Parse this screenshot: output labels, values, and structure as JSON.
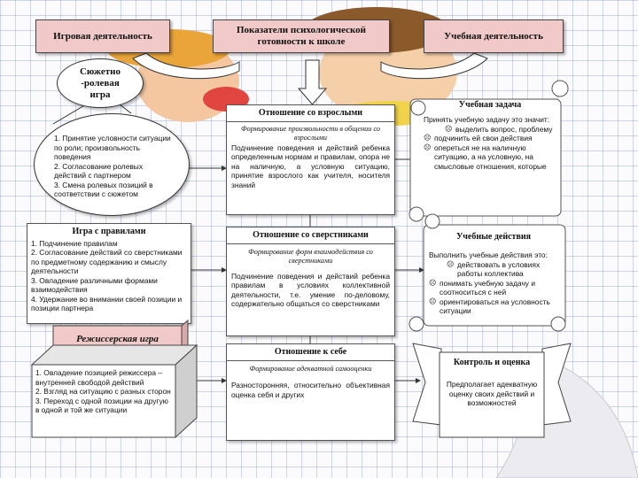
{
  "top_boxes": {
    "left": "Игровая деятельность",
    "center": "Показатели психологической готовности к школе",
    "right": "Учебная деятельность"
  },
  "role_play": {
    "title": "Сюжетно -ролевая игра",
    "items": [
      "1. Принятие условности ситуации по роли; произвольность поведения",
      "2. Согласование ролевых действий с партнером",
      "3. Смена ролевых позиций в соответствии с сюжетом"
    ]
  },
  "rules_game": {
    "title": "Игра с правилами",
    "items": [
      "1. Подчинение правилам",
      "2. Согласование действий со сверстниками по предметному содержанию и смыслу деятельности",
      "3. Овладение различными формами взаимодействия",
      "4. Удержание во внимании своей позиции и позиции партнера"
    ]
  },
  "director_game": {
    "title": "Режиссерская игра",
    "items": [
      "1. Овладение позицией режиссера – внутренней свободой действий",
      "2. Взгляд на ситуацию с разных сторон",
      "3. Переход с одной позиции на другую в одной и той же ситуации"
    ]
  },
  "adults": {
    "title": "Отношение со взрослыми",
    "subtitle": "Формирование произвольности в общении со взрослыми",
    "text": "Подчинение поведения и действий ребенка определенным нормам и правилам, опора не на наличную, а условную ситуацию, принятие взрослого как учителя, носителя знаний"
  },
  "peers": {
    "title": "Отношение со сверстниками",
    "subtitle": "Формирование форм взаимодействия со сверстниками",
    "text": "Подчинение поведения и действий ребенка правилам в условиях коллективной деятельности, т.е. умение по-деловому, содержательно общаться со сверстниками"
  },
  "self": {
    "title": "Отношение к себе",
    "subtitle": "Формирование адекватной самооценки",
    "text": "Разносторонняя, относительно объективная оценка себя и других"
  },
  "learning_task": {
    "title": "Учебная задача",
    "intro": "Принять учебную задачу это значит:",
    "bullets": [
      "выделить вопрос, проблему",
      "подчинить ей свои действия",
      "опереться не на наличную ситуацию, а на условную, на смысловые отношения, которые"
    ]
  },
  "learning_actions": {
    "title": "Учебные действия",
    "intro": "Выполнить учебные действия это:",
    "bullets": [
      "действовать в условиях работы коллектива",
      "понимать учебную задачу и соотноситься с ней",
      "ориентироваться на условность ситуации"
    ]
  },
  "control": {
    "title": "Контроль и оценка",
    "text": "Предполагает адекватную оценку своих действий и возможностей"
  },
  "colors": {
    "pink_fill": "#f2c9c9",
    "arrow_fill": "#ffffff",
    "border": "#444444"
  },
  "icons": {
    "bullet": "frown-face-icon"
  }
}
